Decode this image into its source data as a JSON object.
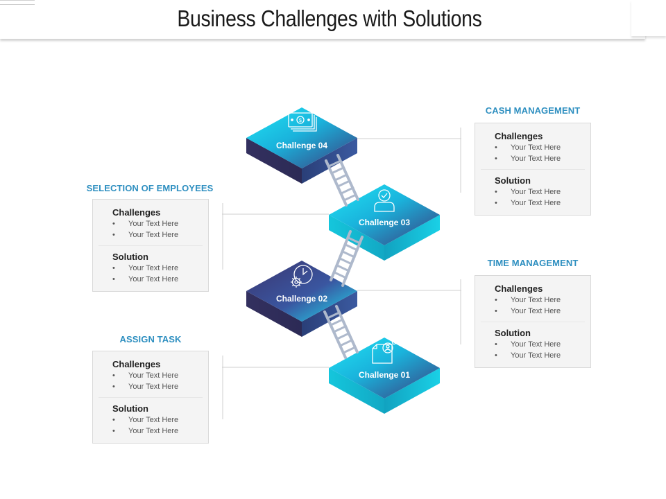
{
  "title": "Business Challenges with Solutions",
  "colors": {
    "accent": "#2e8fc0",
    "tile_light": "#1fd7ec",
    "tile_dark": "#3c3a78"
  },
  "tiles": [
    {
      "label": "Challenge 04",
      "icon": "money-stack-icon"
    },
    {
      "label": "Challenge 03",
      "icon": "person-check-icon"
    },
    {
      "label": "Challenge 02",
      "icon": "gears-clock-icon"
    },
    {
      "label": "Challenge 01",
      "icon": "document-user-icon"
    }
  ],
  "panels": {
    "cash": {
      "heading": "CASH MANAGEMENT",
      "challenges_title": "Challenges",
      "challenges": [
        "Your Text Here",
        "Your Text Here"
      ],
      "solution_title": "Solution",
      "solutions": [
        "Your Text Here",
        "Your Text Here"
      ]
    },
    "selection": {
      "heading": "SELECTION OF EMPLOYEES",
      "challenges_title": "Challenges",
      "challenges": [
        "Your Text Here",
        "Your Text Here"
      ],
      "solution_title": "Solution",
      "solutions": [
        "Your Text Here",
        "Your Text Here"
      ]
    },
    "time": {
      "heading": "TIME MANAGEMENT",
      "challenges_title": "Challenges",
      "challenges": [
        "Your Text Here",
        "Your Text Here"
      ],
      "solution_title": "Solution",
      "solutions": [
        "Your Text Here",
        "Your Text Here"
      ]
    },
    "assign": {
      "heading": "ASSIGN TASK",
      "challenges_title": "Challenges",
      "challenges": [
        "Your Text Here",
        "Your Text Here"
      ],
      "solution_title": "Solution",
      "solutions": [
        "Your Text Here",
        "Your Text Here"
      ]
    }
  }
}
